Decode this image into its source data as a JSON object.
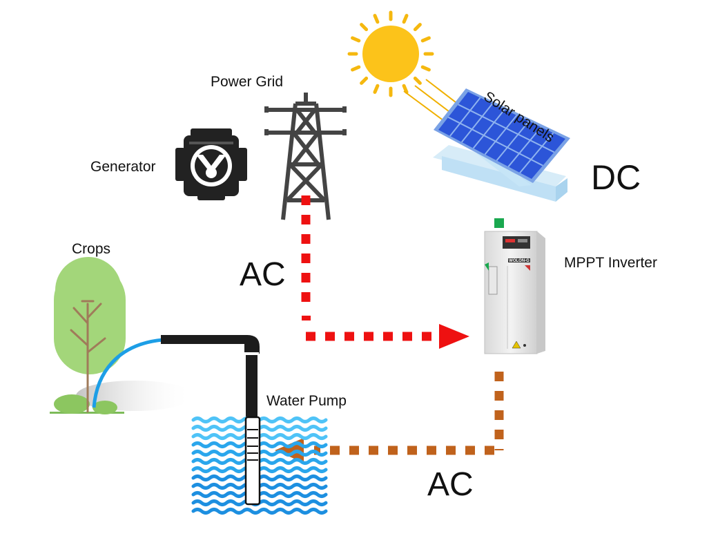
{
  "labels": {
    "power_grid": "Power Grid",
    "generator": "Generator",
    "solar_panels": "Solar panels",
    "dc": "DC",
    "mppt_inverter": "MPPT Inverter",
    "crops": "Crops",
    "water_pump": "Water Pump",
    "ac_grid": "AC",
    "ac_pump": "AC",
    "inverter_brand": "WOLON-G"
  },
  "colors": {
    "grid_ac_line": "#ee1111",
    "pump_ac_line": "#c0621c",
    "dc_indicator": "#1aa84f",
    "sun": "#fcc31a",
    "sun_rays": "#f5b80f",
    "panel_cell": "#2c55d8",
    "water": "#1d9ee6",
    "pipe": "#1c1c1c",
    "crop_foliage": "#a3d67a",
    "tree_trunk": "#a07b5a",
    "tower": "#444444"
  },
  "icons": [
    "sun-icon",
    "solar-panel-icon",
    "transmission-tower-icon",
    "generator-engine-icon",
    "inverter-icon",
    "tree-icon",
    "water-waves-icon",
    "submersible-pump-icon"
  ]
}
